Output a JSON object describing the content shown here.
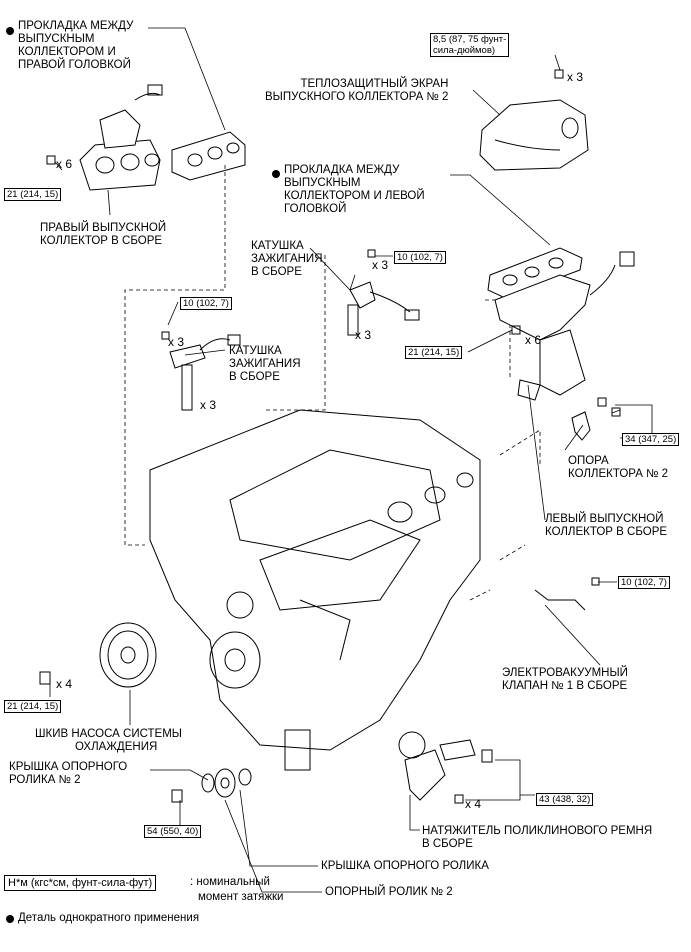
{
  "labels": {
    "gasket_right": [
      "ПРОКЛАДКА МЕЖДУ",
      "ВЫПУСКНЫМ",
      "КОЛЛЕКТОРОМ И",
      "ПРАВОЙ ГОЛОВКОЙ"
    ],
    "heat_shield": [
      "ТЕПЛОЗАЩИТНЫЙ ЭКРАН",
      "ВЫПУСКНОГО КОЛЛЕКТОРА № 2"
    ],
    "gasket_left": [
      "ПРОКЛАДКА МЕЖДУ",
      "ВЫПУСКНЫМ",
      "КОЛЛЕКТОРОМ И ЛЕВОЙ",
      "ГОЛОВКОЙ"
    ],
    "right_manifold": [
      "ПРАВЫЙ ВЫПУСКНОЙ",
      "КОЛЛЕКТОР В СБОРЕ"
    ],
    "coil_top": [
      "КАТУШКА",
      "ЗАЖИГАНИЯ",
      "В СБОРЕ"
    ],
    "coil_left": [
      "КАТУШКА",
      "ЗАЖИГАНИЯ",
      "В СБОРЕ"
    ],
    "stay_2": [
      "ОПОРА",
      "КОЛЛЕКТОРА № 2"
    ],
    "left_manifold": [
      "ЛЕВЫЙ ВЫПУСКНОЙ",
      "КОЛЛЕКТОР В СБОРЕ"
    ],
    "vsv": [
      "ЭЛЕКТРОВАКУУМНЫЙ",
      "КЛАПАН № 1 В СБОРЕ"
    ],
    "pump_pulley": [
      "ШКИВ НАСОСА СИСТЕМЫ",
      "ОХЛАЖДЕНИЯ"
    ],
    "idler_cover_2": [
      "КРЫШКА ОПОРНОГО",
      "РОЛИКА № 2"
    ],
    "tensioner": "НАТЯЖИТЕЛЬ ПОЛИКЛИНОВОГО РЕМНЯ",
    "tensioner_2": "В СБОРЕ",
    "idler_cover": "КРЫШКА ОПОРНОГО РОЛИКА",
    "idler_2": "ОПОРНЫЙ РОЛИК № 2"
  },
  "torques": {
    "t1": [
      "8,5 (87, 75 фунт-",
      "сила-дюймов)"
    ],
    "t2": "21 (214, 15)",
    "t3": "10 (102, 7)",
    "t4": "10 (102, 7)",
    "t5": "21 (214, 15)",
    "t6": "34 (347, 25)",
    "t7": "10 (102, 7)",
    "t8": "21 (214, 15)",
    "t9": "43 (438, 32)",
    "t10": "54 (550, 40)"
  },
  "counts": {
    "c1": "x 3",
    "c2": "x 6",
    "c3": "x 3",
    "c4": "x 3",
    "c5": "x 3",
    "c6": "x 3",
    "c7": "x 6",
    "c8": "x 4",
    "c9": "x 4"
  },
  "legend": {
    "unit_box": "Н*м (кгс*см, фунт-сила-фут)",
    "unit_text_1": ": номинальный",
    "unit_text_2": "момент затяжки",
    "single_use": "Деталь однократного применения"
  }
}
